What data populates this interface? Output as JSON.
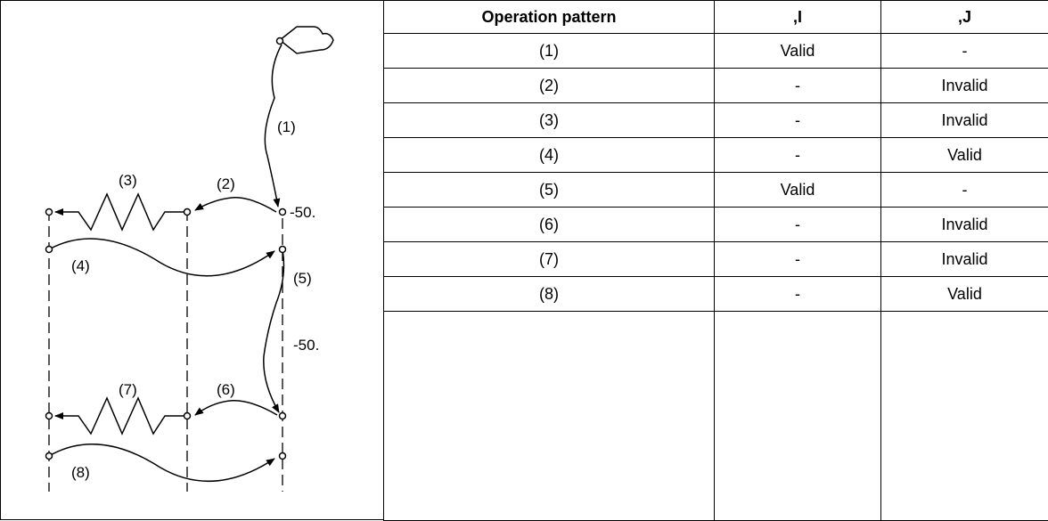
{
  "diagram": {
    "labels": {
      "p1": "(1)",
      "p2": "(2)",
      "p3": "(3)",
      "p4": "(4)",
      "p5": "(5)",
      "p6": "(6)",
      "p7": "(7)",
      "p8": "(8)",
      "dim_top": "-50.",
      "dim_mid": "-50."
    }
  },
  "table": {
    "headers": [
      "Operation pattern",
      ",I",
      ",J"
    ],
    "rows": [
      [
        "(1)",
        "Valid",
        "-"
      ],
      [
        "(2)",
        "-",
        "Invalid"
      ],
      [
        "(3)",
        "-",
        "Invalid"
      ],
      [
        "(4)",
        "-",
        "Valid"
      ],
      [
        "(5)",
        "Valid",
        "-"
      ],
      [
        "(6)",
        "-",
        "Invalid"
      ],
      [
        "(7)",
        "-",
        "Invalid"
      ],
      [
        "(8)",
        "-",
        "Valid"
      ]
    ]
  }
}
